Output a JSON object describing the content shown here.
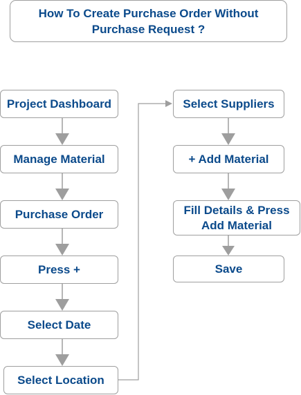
{
  "title": "How To Create Purchase Order Without\nPurchase Request ?",
  "flow_left": [
    "Project Dashboard",
    "Manage Material",
    "Purchase Order",
    "Press +",
    "Select Date",
    "Select Location"
  ],
  "flow_right": [
    "Select Suppliers",
    "+ Add Material",
    "Fill  Details & Press\nAdd Material",
    "Save"
  ],
  "colors": {
    "text": "#0b4a8b",
    "border": "#9e9e9e",
    "connector": "#9e9e9e"
  }
}
